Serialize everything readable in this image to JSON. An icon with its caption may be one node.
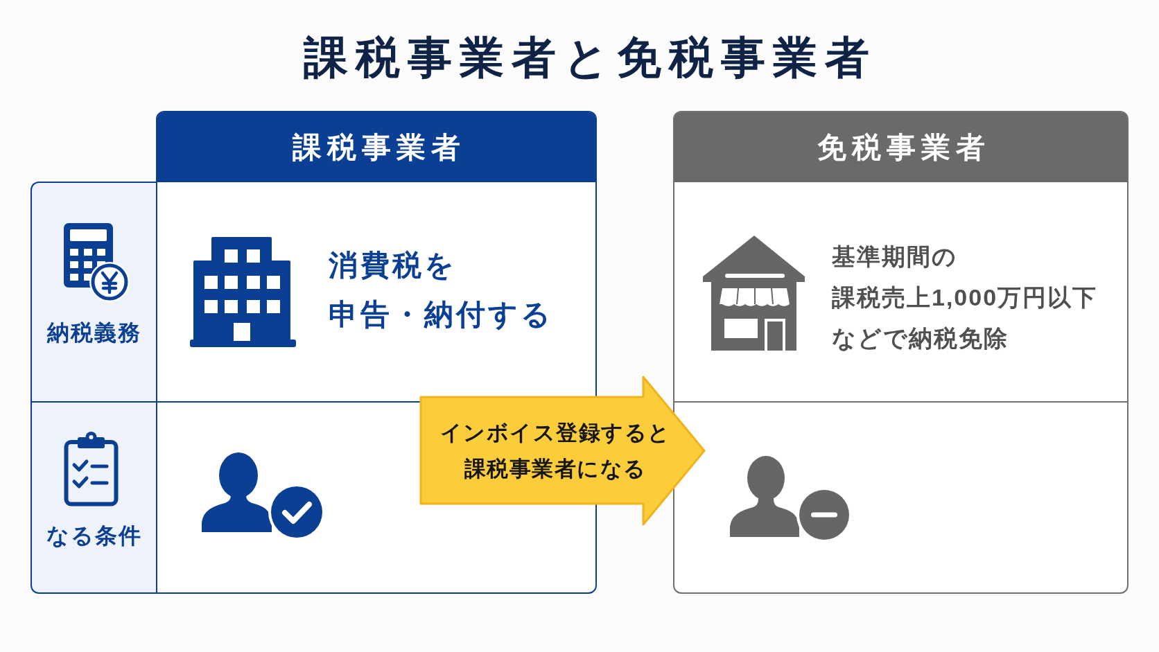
{
  "diagram": {
    "title": "課税事業者と免税事業者",
    "nodes": [
      {
        "text": [
          "課税事業者"
        ]
      },
      {
        "text": [
          "免税事業者"
        ]
      },
      {
        "text": [
          "納税義務"
        ]
      },
      {
        "text": [
          "消費税を申告・納付する"
        ],
        "in": 0
      },
      {
        "text": [
          "基準期間の課税売上1,000万円以下などで納税免除"
        ],
        "in": 1
      },
      {
        "text": [
          "なる条件"
        ]
      },
      {
        "text": [
          "インボイス登録すると課税事業者になる"
        ]
      }
    ]
  }
}
